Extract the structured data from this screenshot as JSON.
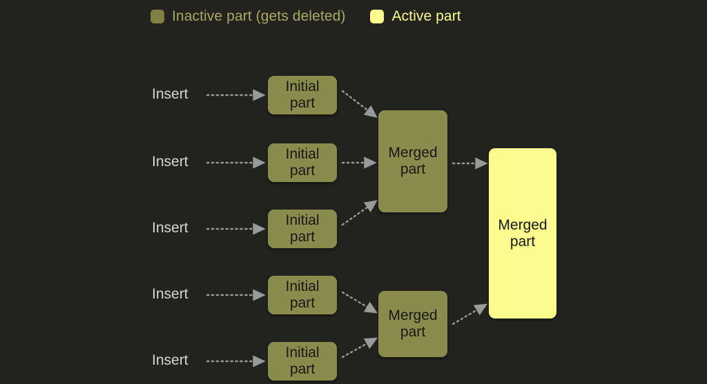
{
  "colors": {
    "background": "#22231e",
    "inactive_fill": "#8a8c4e",
    "inactive_swatch": "#7f8044",
    "active_fill": "#fcfc8e",
    "inactive_text": "#a9a962",
    "active_text": "#fbfb8d",
    "box_text": "#16170f",
    "insert_text": "#d6d6d6",
    "arrow": "#9a9a9a"
  },
  "legend": {
    "inactive": {
      "label": "Inactive part (gets deleted)",
      "swatch_name": "inactive-part-swatch"
    },
    "active": {
      "label": "Active part",
      "swatch_name": "active-part-swatch"
    }
  },
  "diagram": {
    "insert_labels": [
      {
        "text": "Insert"
      },
      {
        "text": "Insert"
      },
      {
        "text": "Insert"
      },
      {
        "text": "Insert"
      },
      {
        "text": "Insert"
      }
    ],
    "initial_parts": [
      {
        "line1": "Initial",
        "line2": "part"
      },
      {
        "line1": "Initial",
        "line2": "part"
      },
      {
        "line1": "Initial",
        "line2": "part"
      },
      {
        "line1": "Initial",
        "line2": "part"
      },
      {
        "line1": "Initial",
        "line2": "part"
      }
    ],
    "merged_parts_inactive": [
      {
        "line1": "Merged",
        "line2": "part"
      },
      {
        "line1": "Merged",
        "line2": "part"
      }
    ],
    "merged_part_active": {
      "line1": "Merged",
      "line2": "part"
    }
  }
}
